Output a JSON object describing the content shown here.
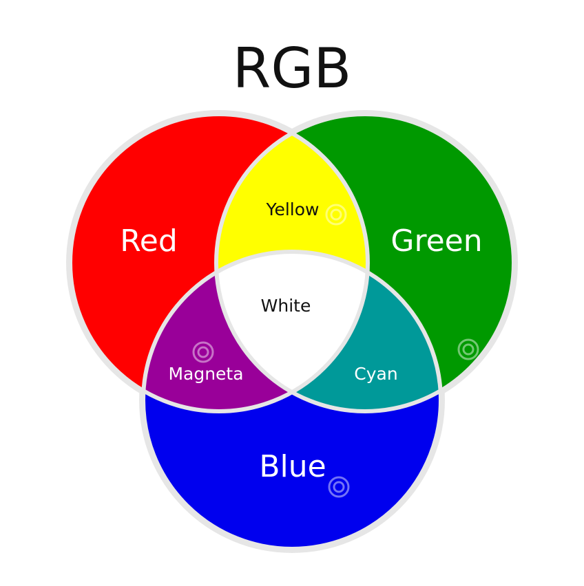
{
  "title": "RGB",
  "regions": {
    "red": {
      "label": "Red",
      "color": "#FF0000"
    },
    "green": {
      "label": "Green",
      "color": "#009900"
    },
    "blue": {
      "label": "Blue",
      "color": "#0000EE"
    },
    "yellow": {
      "label": "Yellow",
      "color": "#FFFF00"
    },
    "cyan": {
      "label": "Cyan",
      "color": "#009999"
    },
    "magenta": {
      "label": "Magneta",
      "color": "#990099"
    },
    "white": {
      "label": "White",
      "color": "#FFFFFF"
    }
  },
  "outline_color": "#E6E6E6",
  "watermark_icon": "spiral-watermark-icon"
}
